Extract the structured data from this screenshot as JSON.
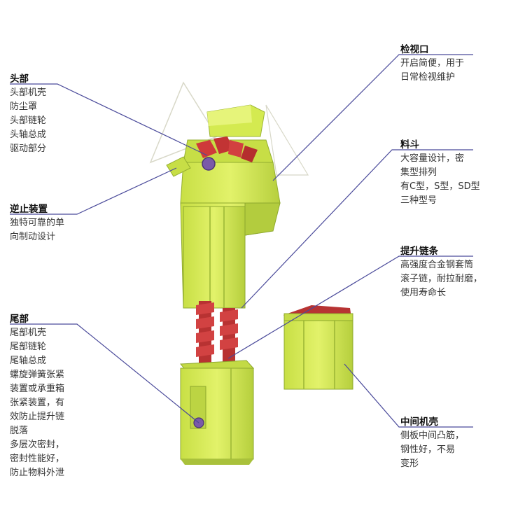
{
  "colors": {
    "casing": "#d9ec55",
    "casing_dark": "#a8c23a",
    "casing_shadow": "#8fb02e",
    "bucket": "#cf3a3a",
    "bucket_dark": "#9a2424",
    "leader": "#4a4a9a",
    "text": "#333333"
  },
  "annotations": {
    "head": {
      "title": "头部",
      "lines": [
        "头部机壳",
        "防尘罩",
        "头部链轮",
        "头轴总成",
        "驱动部分"
      ]
    },
    "backstop": {
      "title": "逆止装置",
      "lines": [
        "独特可靠的单",
        "向制动设计"
      ]
    },
    "tail": {
      "title": "尾部",
      "lines": [
        "尾部机壳",
        "尾部链轮",
        "尾轴总成",
        "螺旋弹簧张紧",
        "装置或承重箱",
        "张紧装置，有",
        "效防止提升链",
        "脱落",
        "多层次密封，",
        "密封性能好，",
        "防止物料外泄"
      ]
    },
    "inspection": {
      "title": "检视口",
      "lines": [
        "开启简便，用于",
        "日常检视维护"
      ]
    },
    "bucket": {
      "title": "料斗",
      "lines": [
        "大容量设计，密",
        "集型排列",
        "有C型，S型，SD型",
        "三种型号"
      ]
    },
    "chain": {
      "title": "提升链条",
      "lines": [
        "高强度合金钢套筒",
        "滚子链，耐拉耐磨，",
        "使用寿命长"
      ]
    },
    "middle": {
      "title": "中间机壳",
      "lines": [
        "侧板中间凸筋，",
        "钢性好，不易",
        "变形"
      ]
    }
  }
}
